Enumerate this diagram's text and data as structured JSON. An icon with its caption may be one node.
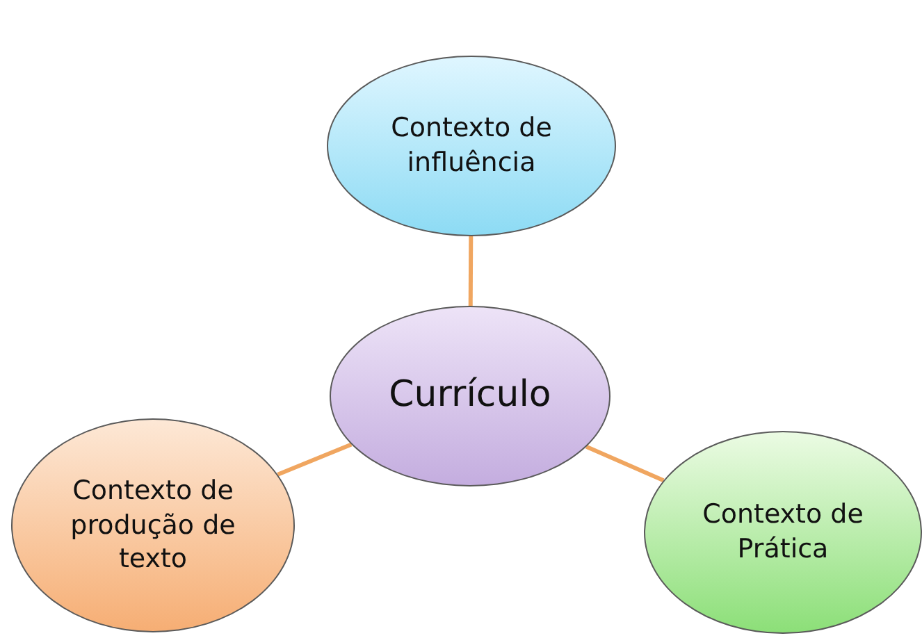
{
  "diagram": {
    "nodes": [
      {
        "text": [
          "Contexto de influência"
        ]
      },
      {
        "text": [
          "Currículo"
        ]
      },
      {
        "text": [
          "Contexto de produção de texto"
        ]
      },
      {
        "text": [
          "Contexto de Prática"
        ]
      }
    ],
    "edges": [
      {
        "from": 1,
        "to": 0,
        "arrow": "none"
      },
      {
        "from": 1,
        "to": 2,
        "arrow": "none"
      },
      {
        "from": 1,
        "to": 3,
        "arrow": "none"
      }
    ]
  }
}
